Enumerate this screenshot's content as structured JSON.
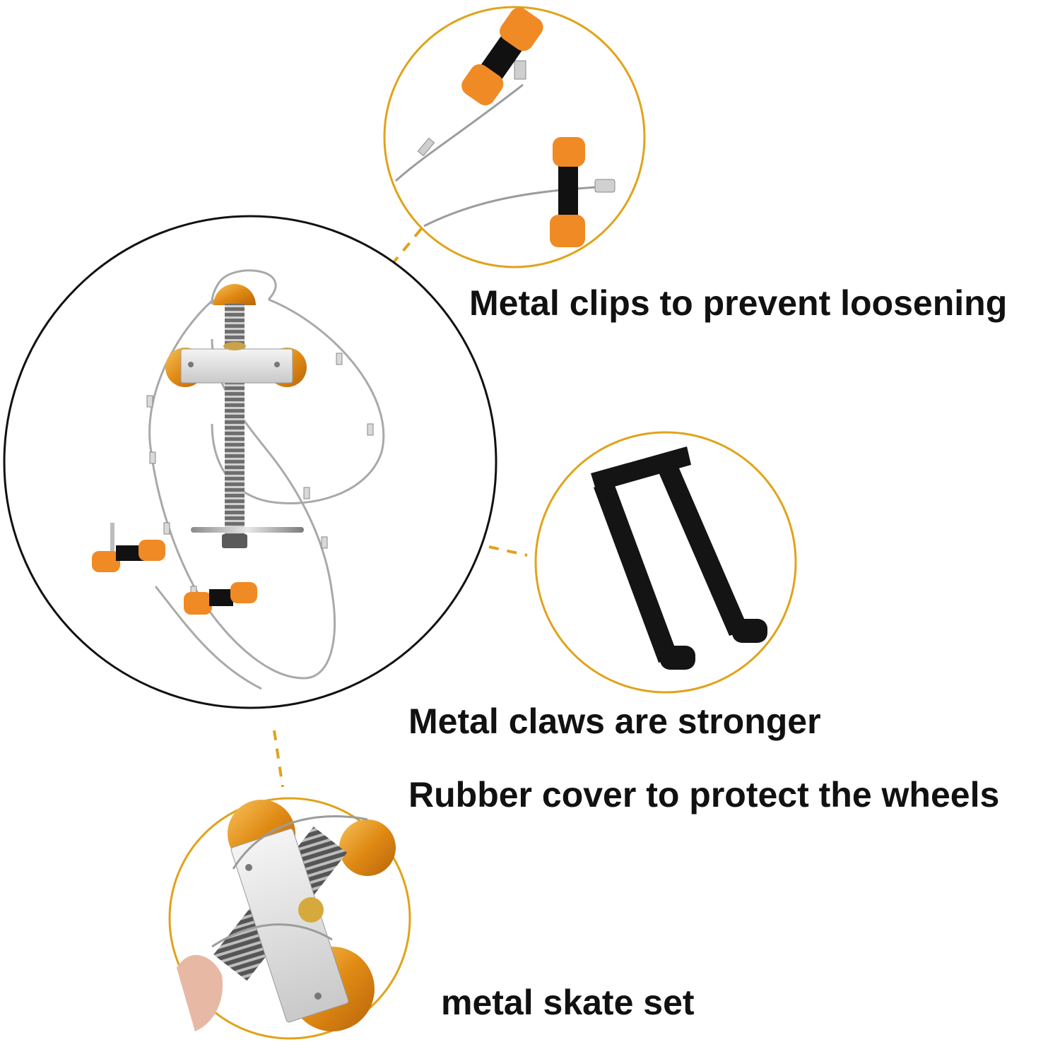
{
  "captions": {
    "metal_clips": "Metal clips to prevent loosening",
    "metal_claws": "Metal claws are stronger",
    "rubber_cover": "Rubber cover to protect the wheels",
    "skate_set": "metal skate set"
  },
  "colors": {
    "accent_gold": "#e0a31a",
    "orange_cap": "#f08a24",
    "black_part": "#111111",
    "steel": "#9a9a9a",
    "text": "#111111"
  },
  "icons": {
    "main": "bow-press-product-icon",
    "clips": "limb-clip-icon",
    "claws": "claw-bracket-icon",
    "skate": "skate-wheel-icon"
  }
}
